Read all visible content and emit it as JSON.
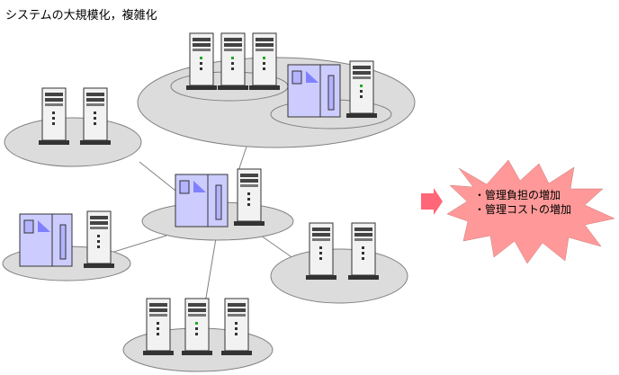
{
  "title": "システムの大規模化，複雑化",
  "callout": {
    "lines": [
      "・管理負担の増加",
      "・管理コストの増加"
    ]
  },
  "colors": {
    "network_fill": "#dcdcdc",
    "server_body": "#f2f2f2",
    "mainframe_fill": "#ccccff",
    "callout_fill": "#ff9999",
    "arrow_fill": "#ff6677",
    "link_line": "#808080"
  }
}
